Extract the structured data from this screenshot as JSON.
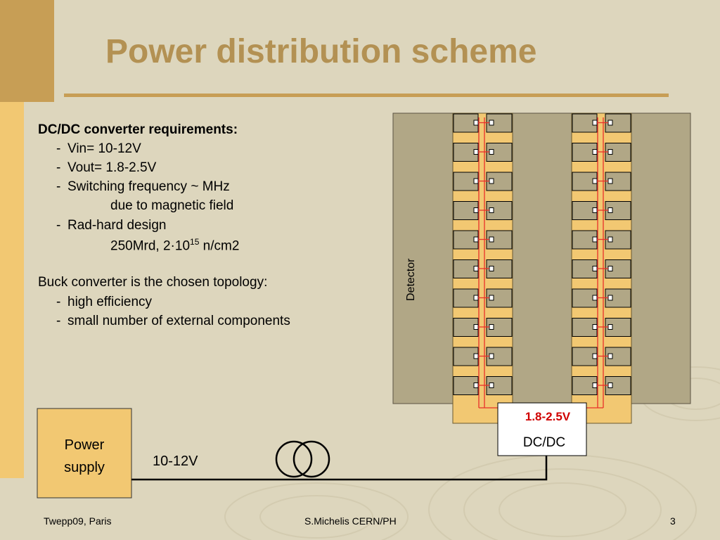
{
  "title": "Power distribution scheme",
  "requirements": {
    "heading": "DC/DC converter requirements:",
    "items": [
      "Vin= 10-12V",
      "Vout= 1.8-2.5V",
      "Switching frequency ~ MHz",
      "Rad-hard design"
    ],
    "indented": [
      "due to magnetic field",
      "250Mrd, 2·10"
    ],
    "exponent": "15",
    "unit": " n/cm2"
  },
  "buck": {
    "heading": "Buck converter is the chosen topology:",
    "items": [
      "high efficiency",
      "small number of external components"
    ]
  },
  "diagram": {
    "detector_label": "Detector",
    "output_voltage": "1.8-2.5V",
    "converter_label": "DC/DC",
    "input_voltage": "10-12V",
    "power_supply_line1": "Power",
    "power_supply_line2": "supply"
  },
  "footer": {
    "left": "Twepp09, Paris",
    "center": "S.Michelis CERN/PH",
    "page": "3"
  },
  "colors": {
    "accent_gold": "#c79e55",
    "light_gold": "#f2c872",
    "detector_gray": "#b1a786",
    "output_red": "#d00000"
  }
}
